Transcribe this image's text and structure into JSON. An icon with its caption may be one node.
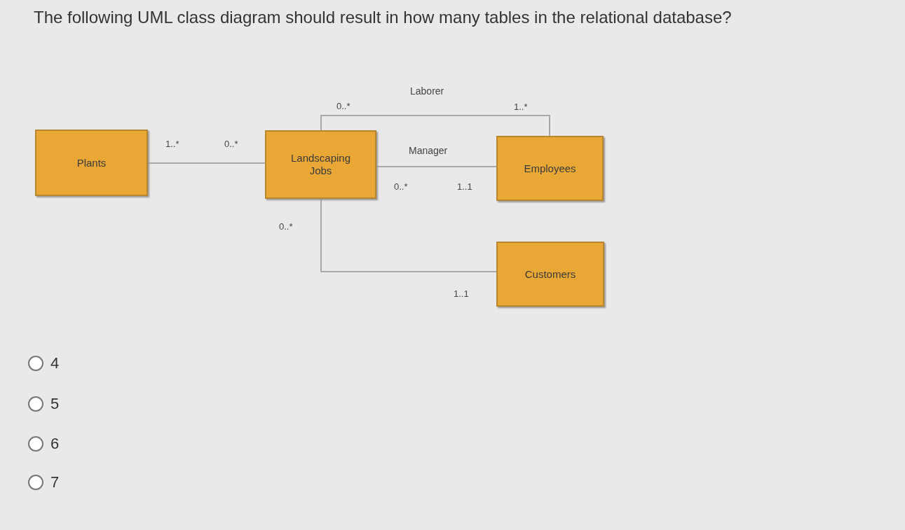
{
  "diagram": {
    "title": "The following UML class diagram should result in how many tables in the relational database?",
    "nodes": [
      {
        "text": [
          "Plants"
        ]
      },
      {
        "text": [
          "Landscaping Jobs"
        ]
      },
      {
        "text": [
          "Employees"
        ]
      },
      {
        "text": [
          "Customers"
        ]
      }
    ],
    "edges": [
      {
        "from": 0,
        "to": 1,
        "arrow": "none"
      },
      {
        "from": 1,
        "to": 2,
        "arrow": "none",
        "label": "Laborer"
      },
      {
        "from": 1,
        "to": 2,
        "arrow": "none",
        "label": "Manager"
      },
      {
        "from": 1,
        "to": 3,
        "arrow": "none"
      }
    ],
    "labels": [
      "0..*",
      "1..*",
      "1..*",
      "0..*",
      "0..*",
      "1..1",
      "0..*",
      "1..1",
      "4",
      "5",
      "6",
      "7"
    ]
  }
}
